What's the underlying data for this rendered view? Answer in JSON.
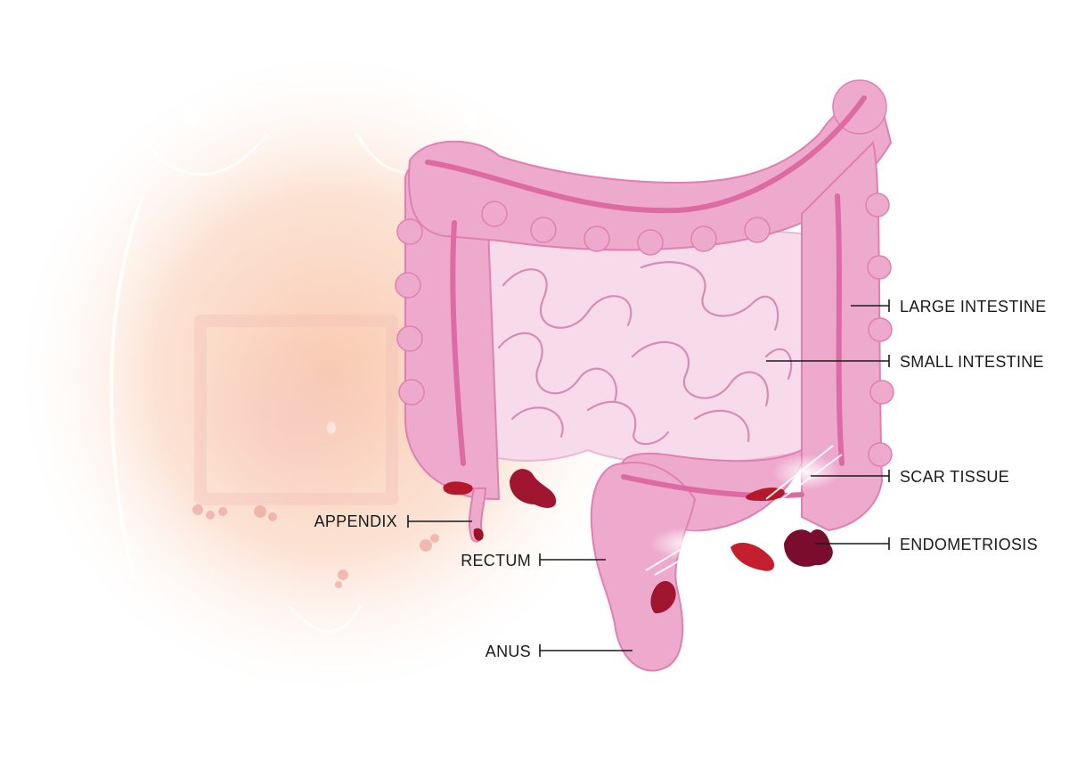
{
  "diagram": {
    "labels": {
      "large_intestine": "LARGE INTESTINE",
      "small_intestine": "SMALL INTESTINE",
      "scar_tissue": "SCAR TISSUE",
      "endometriosis": "ENDOMETRIOSIS",
      "appendix": "APPENDIX",
      "rectum": "RECTUM",
      "anus": "ANUS"
    },
    "colors": {
      "skin_glow": "#fbd9c6",
      "colon_fill": "#eeaacd",
      "colon_outline": "#e07fb0",
      "colon_stripe": "#dd6aa3",
      "small_intestine_fill": "#f8dbea",
      "small_intestine_lines": "#d68cb7",
      "lesion_red": "#b5182b",
      "lesion_dark": "#7a0d2e",
      "label_text": "#1a1a1a"
    }
  }
}
